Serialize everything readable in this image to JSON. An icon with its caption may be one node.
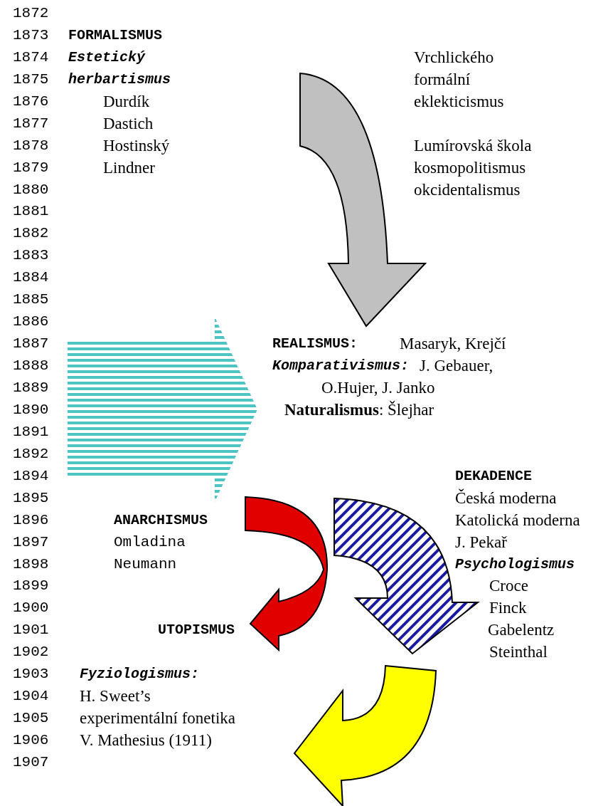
{
  "diagram": {
    "labels": [
      "1872",
      "1873",
      "1874",
      "1875",
      "1876",
      "1877",
      "1878",
      "1879",
      "1880",
      "1881",
      "1882",
      "1883",
      "1884",
      "1885",
      "1886",
      "1887",
      "1888",
      "1889",
      "1890",
      "1891",
      "1892",
      "1894",
      "1895",
      "1896",
      "1897",
      "1898",
      "1899",
      "1900",
      "1901",
      "1902",
      "1903",
      "1904",
      "1905",
      "1906",
      "1907",
      "FORMALISMUS",
      "Estetický",
      "herbartismus",
      "Durdík",
      "Dastich",
      "Hostinský",
      "Lindner",
      "Vrchlického",
      "formální",
      "eklekticismus",
      "Lumírovská škola",
      "kosmopolitismus",
      "okcidentalismus",
      "REALISMUS:",
      "Masaryk, Krejčí",
      "Komparativismus:",
      "J.  Gebauer,",
      "O.Hujer,  J. Janko",
      "**Naturalismus**: Šlejhar",
      "DEKADENCE",
      "Česká moderna",
      "Katolická moderna",
      "J. Pekař",
      "Psychologismus",
      "Croce",
      "Finck",
      "Gabelentz",
      "Steinthal",
      "ANARCHISMUS",
      "Omladina",
      "Neumann",
      "UTOPISMUS",
      "Fyziologismus:",
      "H. Sweet’s",
      "experimentální fonetika",
      "V. Mathesius (1911)"
    ]
  }
}
